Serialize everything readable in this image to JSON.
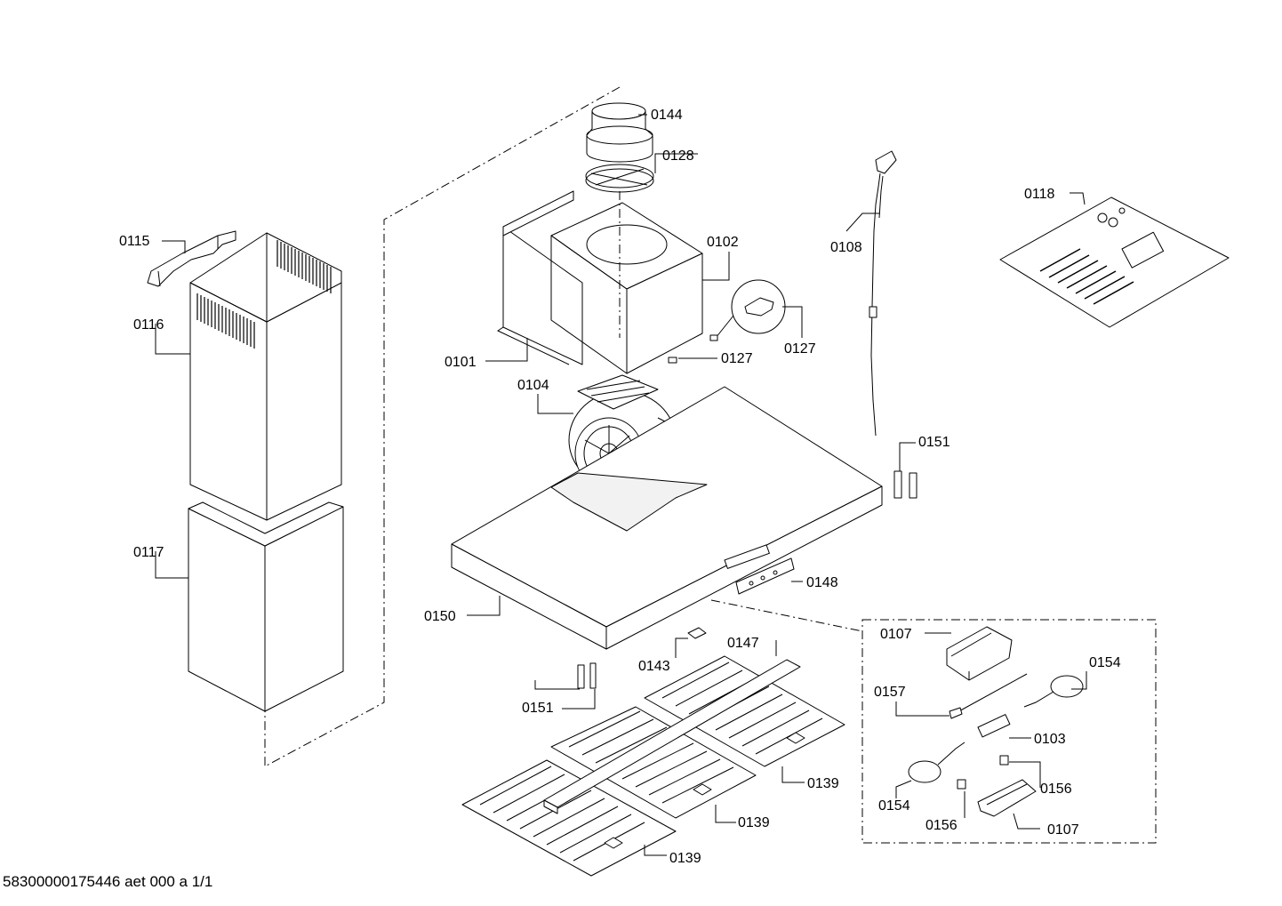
{
  "footer_code": "58300000175446 aet 000 a 1/1",
  "labels": {
    "l0101": "0101",
    "l0102": "0102",
    "l0103": "0103",
    "l0104": "0104",
    "l0107a": "0107",
    "l0107b": "0107",
    "l0108": "0108",
    "l0115": "0115",
    "l0116": "0116",
    "l0117": "0117",
    "l0118": "0118",
    "l0127a": "0127",
    "l0127b": "0127",
    "l0128": "0128",
    "l0139a": "0139",
    "l0139b": "0139",
    "l0139c": "0139",
    "l0143": "0143",
    "l0144": "0144",
    "l0147": "0147",
    "l0148": "0148",
    "l0150": "0150",
    "l0151a": "0151",
    "l0151b": "0151",
    "l0154a": "0154",
    "l0154b": "0154",
    "l0156a": "0156",
    "l0156b": "0156",
    "l0157": "0157"
  }
}
